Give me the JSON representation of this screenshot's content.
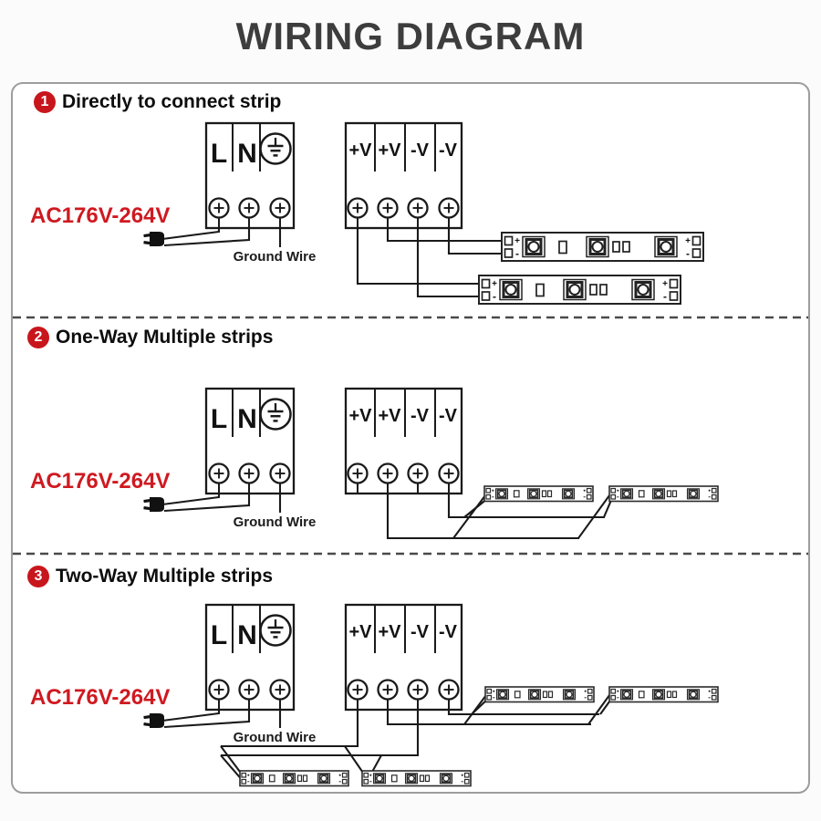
{
  "title": "WIRING DIAGRAM",
  "colors": {
    "accent_red": "#c8161d",
    "line_black": "#1a1a1a",
    "title_gray": "#3d3d3d",
    "panel_border_gray": "#9d9d9d"
  },
  "icons": {
    "earth_ground": "earth-ground-symbol",
    "ac_plug": "ac-plug-icon",
    "screw_terminal": "screw-terminal-icon",
    "led_module": "led-module-icon"
  },
  "blocks": {
    "ac_terminal": {
      "live": "L",
      "neutral": "N"
    },
    "dc_terminal": {
      "t1": "+V",
      "t2": "+V",
      "t3": "-V",
      "t4": "-V"
    }
  },
  "strip": {
    "pad_plus": "+",
    "pad_minus": "-"
  },
  "sections": [
    {
      "number": "1",
      "heading": "Directly to connect strip",
      "ac_input": "AC176V-264V",
      "ground_label": "Ground Wire",
      "strip_count": 2
    },
    {
      "number": "2",
      "heading": "One-Way Multiple strips",
      "ac_input": "AC176V-264V",
      "ground_label": "Ground Wire",
      "strip_count": 2
    },
    {
      "number": "3",
      "heading": "Two-Way Multiple strips",
      "ac_input": "AC176V-264V",
      "ground_label": "Ground Wire",
      "strip_count": 4
    }
  ]
}
